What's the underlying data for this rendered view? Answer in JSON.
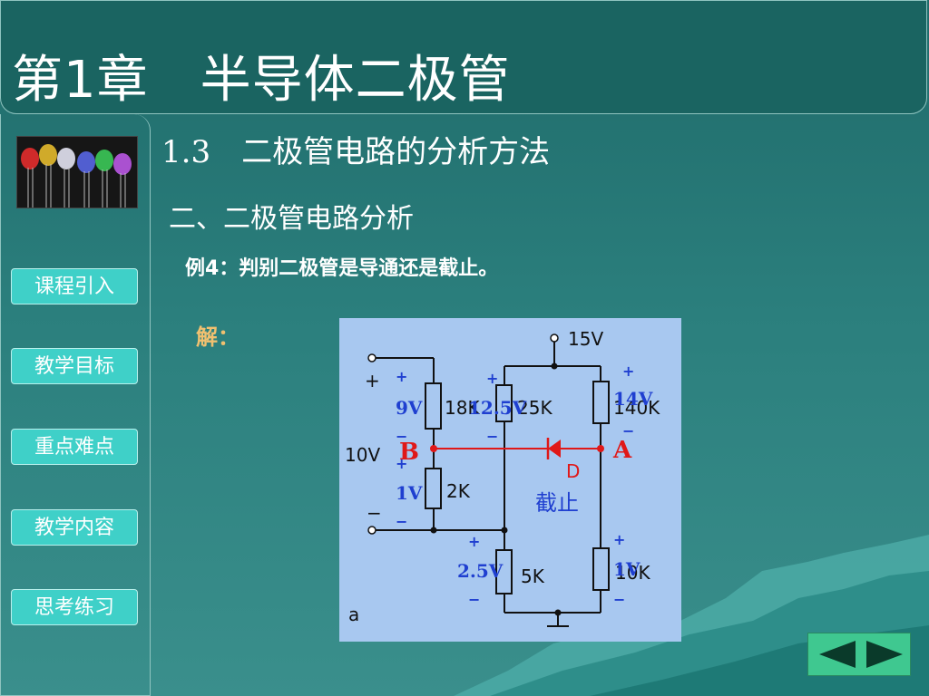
{
  "header": {
    "title": "第1章　半导体二极管"
  },
  "sidebar": {
    "items": [
      {
        "label": "课程引入"
      },
      {
        "label": "教学目标"
      },
      {
        "label": "重点难点"
      },
      {
        "label": "教学内容"
      },
      {
        "label": "思考练习"
      }
    ]
  },
  "main": {
    "section_title": "1.3　二极管电路的分析方法",
    "subsection_title": "二、二极管电路分析",
    "example": "例4：判别二极管是导通还是截止。",
    "solution_label": "解："
  },
  "circuit": {
    "supply_15v": "15V",
    "source_10v": "10V",
    "plus": "+",
    "minus": "−",
    "r_18k": "18K",
    "r_2k": "2K",
    "r_25k": "25K",
    "r_5k": "5K",
    "r_140k": "140K",
    "r_10k": "10K",
    "v_9v": "9V",
    "v_1v_left": "1V",
    "v_12_5v": "12.5V",
    "v_2_5v": "2.5V",
    "v_14v": "14V",
    "v_1v_right": "1V",
    "node_b": "B",
    "node_a": "A",
    "diode_label": "D",
    "state": "截止",
    "figure_label": "a"
  },
  "colors": {
    "annotation_blue": "#1f3fd0",
    "node_red": "#e01818",
    "accent_teal": "#3fd0c8"
  }
}
